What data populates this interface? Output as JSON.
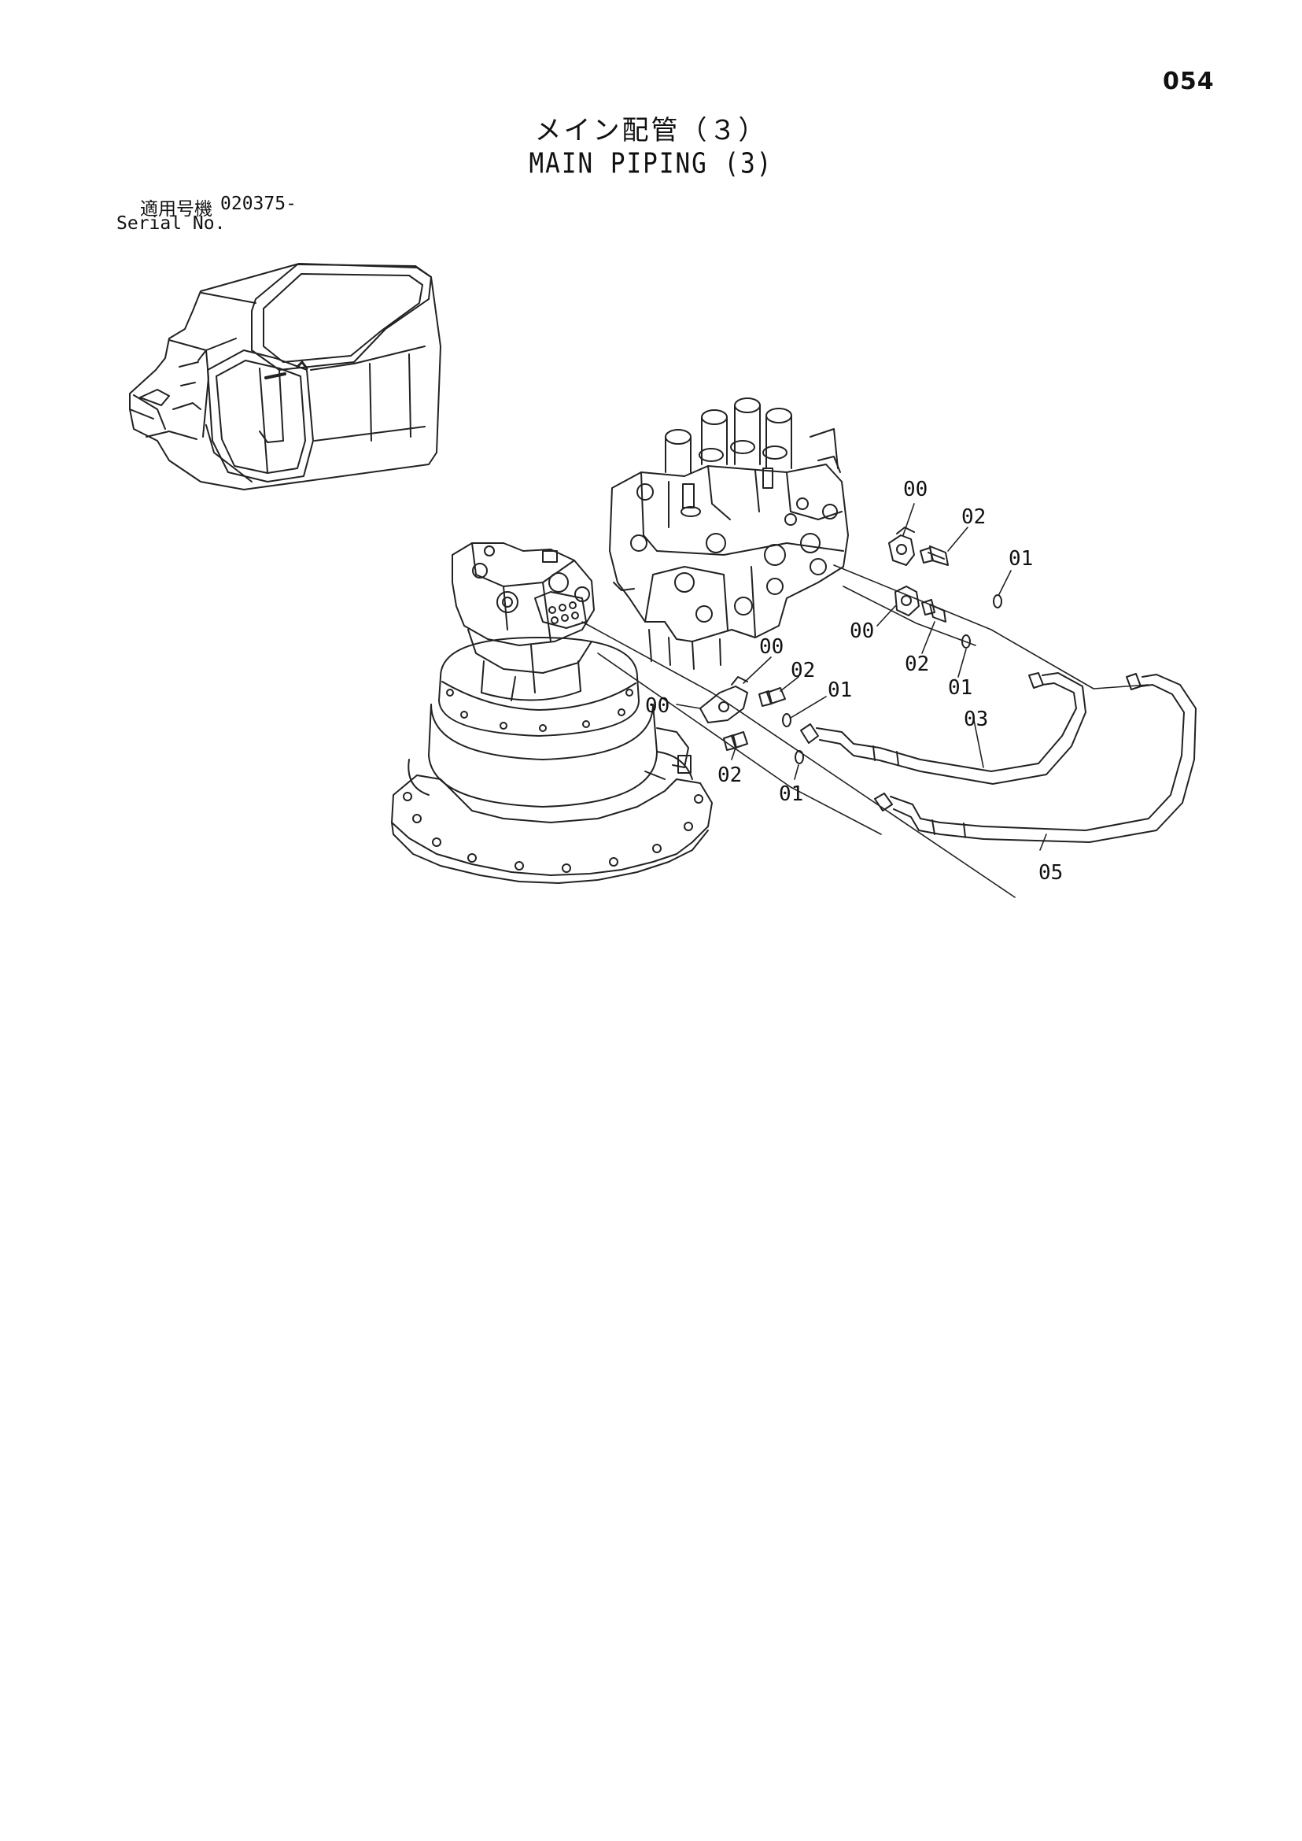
{
  "page": {
    "number": "054",
    "title_jp": "メイン配管（３）",
    "title_en": "MAIN PIPING (3)",
    "serial_label_jp": "適用号機",
    "serial_value": "020375-",
    "serial_label_en": "Serial No."
  },
  "callouts": [
    {
      "id": "c1",
      "label": "00"
    },
    {
      "id": "c2",
      "label": "02"
    },
    {
      "id": "c3",
      "label": "01"
    },
    {
      "id": "c4",
      "label": "00"
    },
    {
      "id": "c5",
      "label": "02"
    },
    {
      "id": "c6",
      "label": "01"
    },
    {
      "id": "c7",
      "label": "00"
    },
    {
      "id": "c8",
      "label": "02"
    },
    {
      "id": "c9",
      "label": "01"
    },
    {
      "id": "c10",
      "label": "00"
    },
    {
      "id": "c11",
      "label": "03"
    },
    {
      "id": "c12",
      "label": "02"
    },
    {
      "id": "c13",
      "label": "01"
    },
    {
      "id": "c14",
      "label": "05"
    }
  ]
}
